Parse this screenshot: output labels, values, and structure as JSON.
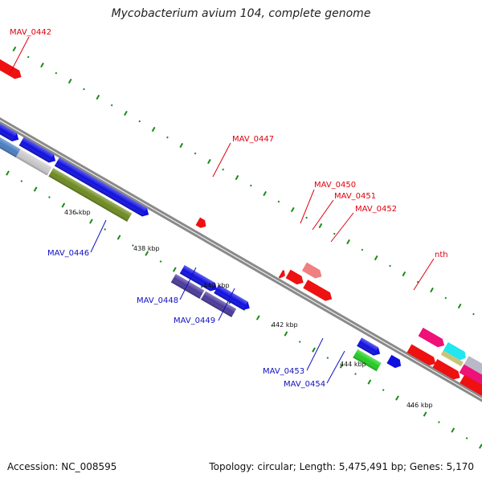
{
  "title": "Mycobacterium avium 104, complete genome",
  "footer": {
    "accession": "Accession: NC_008595",
    "summary": "Topology: circular; Length: 5,475,491 bp; Genes: 5,170"
  },
  "scale_labels": [
    "436 kbp",
    "438 kbp",
    "440 kbp",
    "442 kbp",
    "444 kbp",
    "446 kbp"
  ],
  "forward_gene_labels": [
    "MAV_0442",
    "MAV_0447",
    "MAV_0450",
    "MAV_0451",
    "MAV_0452",
    "nth"
  ],
  "reverse_gene_labels": [
    "MAV_0446",
    "MAV_0448",
    "MAV_0449",
    "MAV_0453",
    "MAV_0454"
  ],
  "colors": {
    "forward_label": "#e0000f",
    "reverse_label": "#1010c0",
    "backbone": "#8a8a8a",
    "tick": "#1a8a1a"
  }
}
